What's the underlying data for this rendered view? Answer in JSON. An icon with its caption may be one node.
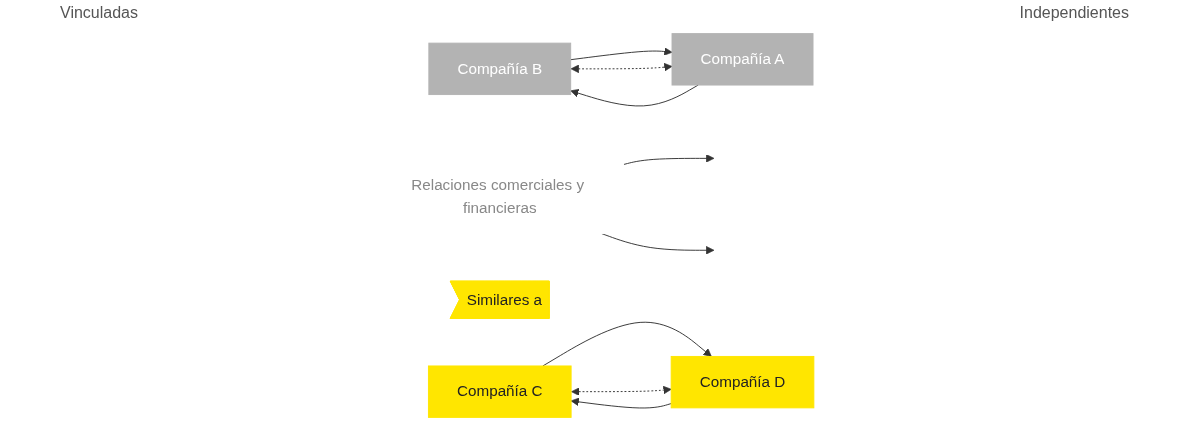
{
  "diagram": {
    "nodes": [
      {
        "text": [
          "Compañía B"
        ]
      },
      {
        "text": [
          "Compañía A"
        ]
      },
      {
        "text": [
          "Relaciones comerciales y financieras"
        ]
      },
      {
        "text": [
          "Similares a"
        ]
      },
      {
        "text": [
          "Compañía C"
        ]
      },
      {
        "text": [
          "Compañía D"
        ]
      }
    ],
    "edges": [
      {
        "from": 1,
        "to": 0,
        "arrow": "to"
      },
      {
        "from": 0,
        "to": 1,
        "arrow": "to"
      },
      {
        "from": 0,
        "to": 1,
        "arrow": "both",
        "style": "dashed"
      },
      {
        "from": 2,
        "to": null,
        "arrow": "to"
      },
      {
        "from": 2,
        "to": null,
        "arrow": "to"
      },
      {
        "from": 4,
        "to": 5,
        "arrow": "to"
      },
      {
        "from": 5,
        "to": 4,
        "arrow": "to"
      },
      {
        "from": 4,
        "to": 5,
        "arrow": "both",
        "style": "dashed"
      }
    ],
    "labels": [
      "Vinculadas",
      "Independientes"
    ]
  }
}
